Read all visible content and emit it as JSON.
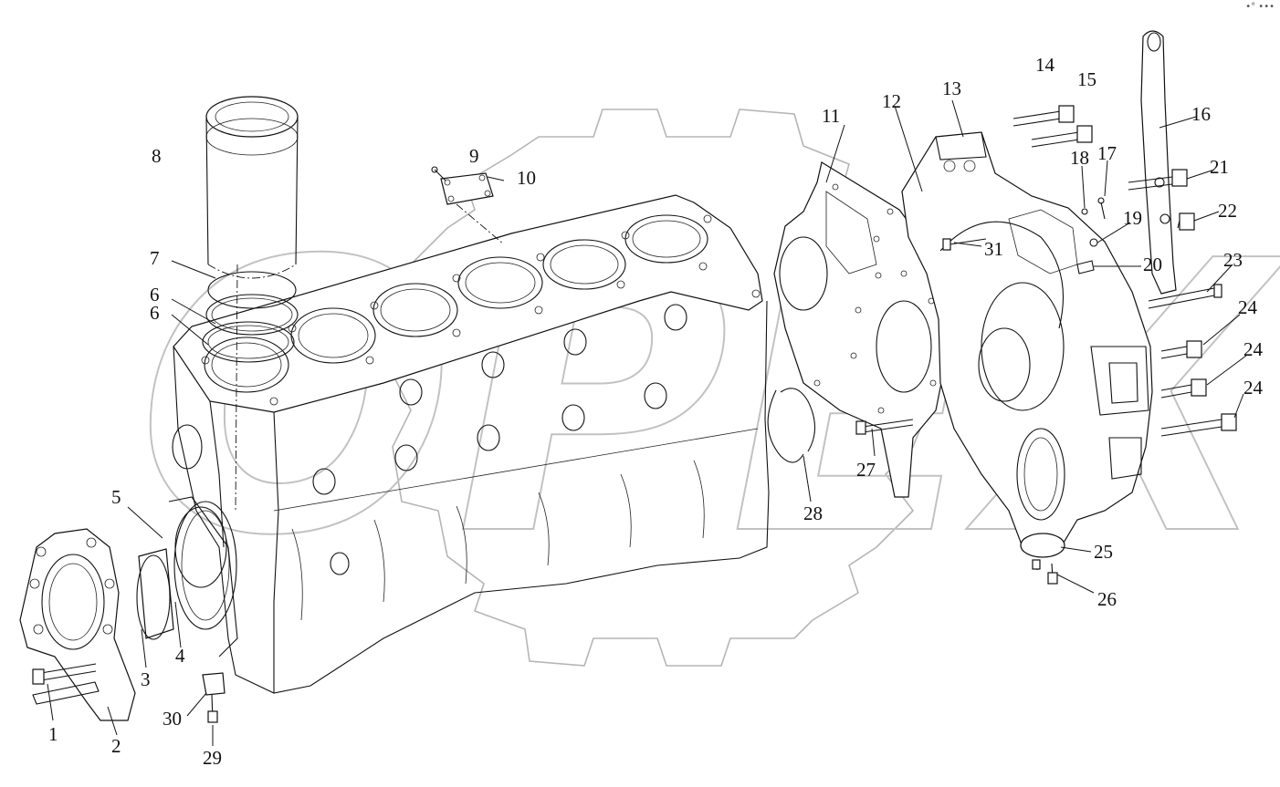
{
  "figure": {
    "corner_mark": "•° •••",
    "watermark_text": "OPEX"
  },
  "callouts": [
    {
      "id": "1",
      "label": "1"
    },
    {
      "id": "2",
      "label": "2"
    },
    {
      "id": "3",
      "label": "3"
    },
    {
      "id": "4",
      "label": "4"
    },
    {
      "id": "5",
      "label": "5"
    },
    {
      "id": "6a",
      "label": "6"
    },
    {
      "id": "6b",
      "label": "6"
    },
    {
      "id": "7",
      "label": "7"
    },
    {
      "id": "8",
      "label": "8"
    },
    {
      "id": "9",
      "label": "9"
    },
    {
      "id": "10",
      "label": "10"
    },
    {
      "id": "11",
      "label": "11"
    },
    {
      "id": "12",
      "label": "12"
    },
    {
      "id": "13",
      "label": "13"
    },
    {
      "id": "14",
      "label": "14"
    },
    {
      "id": "15",
      "label": "15"
    },
    {
      "id": "16",
      "label": "16"
    },
    {
      "id": "17",
      "label": "17"
    },
    {
      "id": "18",
      "label": "18"
    },
    {
      "id": "19",
      "label": "19"
    },
    {
      "id": "20",
      "label": "20"
    },
    {
      "id": "21",
      "label": "21"
    },
    {
      "id": "22",
      "label": "22"
    },
    {
      "id": "23",
      "label": "23"
    },
    {
      "id": "24a",
      "label": "24"
    },
    {
      "id": "24b",
      "label": "24"
    },
    {
      "id": "24c",
      "label": "24"
    },
    {
      "id": "25",
      "label": "25"
    },
    {
      "id": "26",
      "label": "26"
    },
    {
      "id": "27",
      "label": "27"
    },
    {
      "id": "28",
      "label": "28"
    },
    {
      "id": "29",
      "label": "29"
    },
    {
      "id": "30",
      "label": "30"
    },
    {
      "id": "31",
      "label": "31"
    }
  ]
}
